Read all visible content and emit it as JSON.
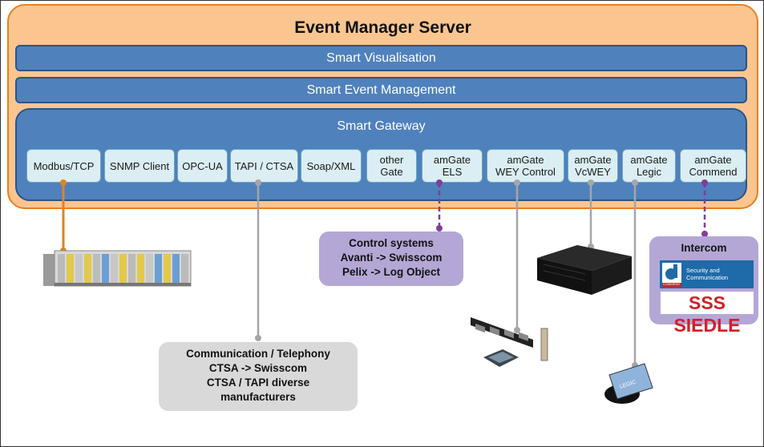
{
  "server": {
    "title": "Event Manager Server",
    "layers": {
      "visualisation": "Smart Visualisation",
      "event_management": "Smart Event Management",
      "gateway": "Smart Gateway"
    }
  },
  "modules": [
    {
      "line1": "Modbus/TCP",
      "line2": ""
    },
    {
      "line1": "SNMP Client",
      "line2": ""
    },
    {
      "line1": "OPC-UA",
      "line2": ""
    },
    {
      "line1": "TAPI / CTSA",
      "line2": ""
    },
    {
      "line1": "Soap/XML",
      "line2": ""
    },
    {
      "line1": "other",
      "line2": "Gate"
    },
    {
      "line1": "amGate",
      "line2": "ELS"
    },
    {
      "line1": "amGate",
      "line2": "WEY Control"
    },
    {
      "line1": "amGate",
      "line2": "VcWEY"
    },
    {
      "line1": "amGate",
      "line2": "Legic"
    },
    {
      "line1": "amGate",
      "line2": "Commend"
    }
  ],
  "boxes": {
    "control": {
      "line1": "Control systems",
      "line2": "Avanti -> Swisscom",
      "line3": "Pelix -> Log Object"
    },
    "communication": {
      "line1": "Communication / Telephony",
      "line2": "CTSA -> Swisscom",
      "line3": "CTSA / TAPI diverse",
      "line4": "manufacturers"
    },
    "intercom": {
      "title": "Intercom",
      "commend_line1": "Security and",
      "commend_line2": "Communication",
      "commend_brand": "COMMEND",
      "siedle_brand": "SSS SIEDLE"
    }
  },
  "colors": {
    "server_fill": "#fbc590",
    "server_border": "#e8801f",
    "layer_fill": "#4f81bd",
    "module_fill": "#dbeef3",
    "purple_box": "#b4a7d6",
    "gray_box": "#d9d9d9",
    "orange_line": "#e8801f",
    "purple_line": "#7f3f98",
    "gray_line": "#a6a6a6"
  },
  "icons": [
    "modbus-io-terminal-icon",
    "server-appliance-icon",
    "wey-control-panel-icon",
    "legic-card-reader-icon",
    "commend-logo-icon",
    "siedle-logo-icon"
  ]
}
